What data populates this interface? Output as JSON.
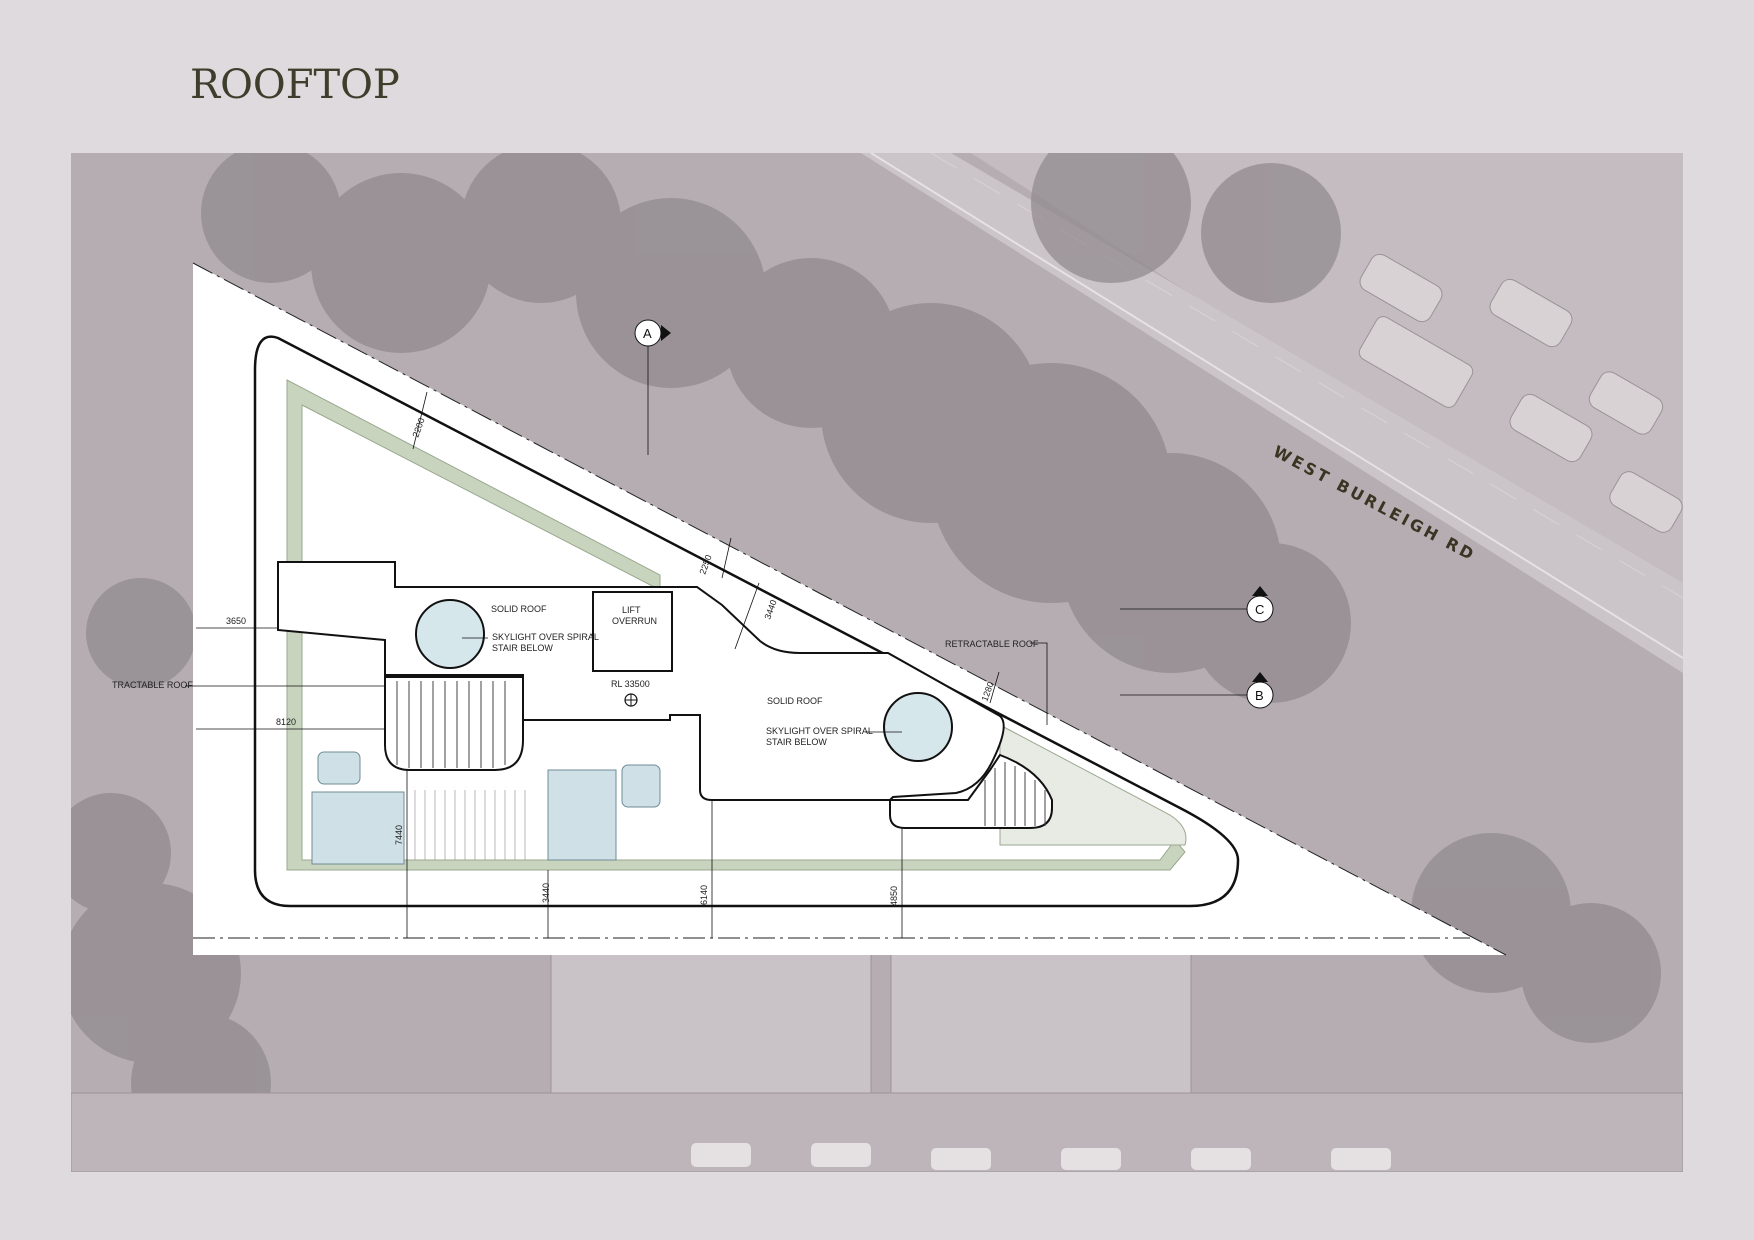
{
  "page": {
    "title": "ROOFTOP"
  },
  "street": {
    "name": "WEST BURLEIGH RD"
  },
  "labels": {
    "solid_roof_1": "SOLID ROOF",
    "skylight_1_line1": "SKYLIGHT OVER SPIRAL",
    "skylight_1_line2": "STAIR BELOW",
    "lift_line1": "LIFT",
    "lift_line2": "OVERRUN",
    "rl": "RL 33500",
    "solid_roof_2": "SOLID ROOF",
    "skylight_2_line1": "SKYLIGHT OVER SPIRAL",
    "skylight_2_line2": "STAIR BELOW",
    "retractable_left": "TRACTABLE ROOF",
    "retractable_right": "RETRACTABLE ROOF"
  },
  "markers": {
    "a": "A",
    "b": "B",
    "c": "C"
  },
  "dimensions": {
    "d2200": "2200",
    "d2250": "2250",
    "d3440_top": "3440",
    "d1280": "1280",
    "d3650": "3650",
    "d8120": "8120",
    "d7440": "7440",
    "d3440_bottom": "3440",
    "d6140": "6140",
    "d4850": "4850"
  },
  "colors": {
    "background": "#dfdadd",
    "aerial_tint": "#b6adb2",
    "title": "#3d3f2c",
    "landscape_green": "#c9d4bf",
    "pool_blue": "#cfe0e6"
  }
}
